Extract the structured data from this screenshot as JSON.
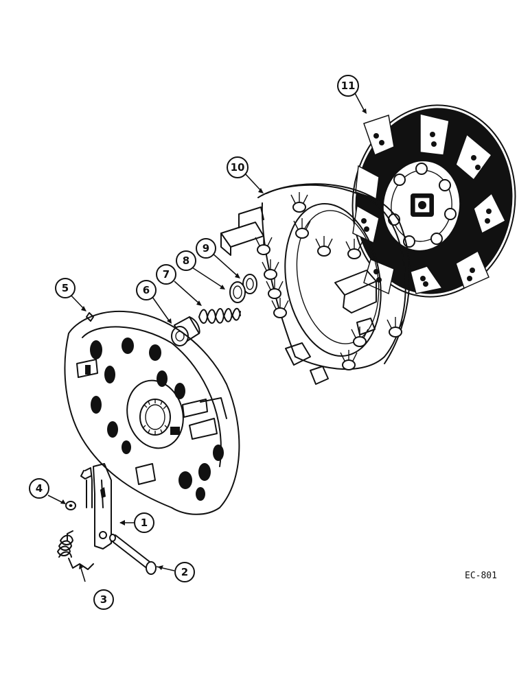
{
  "drawing_code": "EC-801",
  "callouts": [
    {
      "label": "1"
    },
    {
      "label": "2"
    },
    {
      "label": "3"
    },
    {
      "label": "4"
    },
    {
      "label": "5"
    },
    {
      "label": "6"
    },
    {
      "label": "7"
    },
    {
      "label": "8"
    },
    {
      "label": "9"
    },
    {
      "label": "10"
    },
    {
      "label": "11"
    }
  ]
}
